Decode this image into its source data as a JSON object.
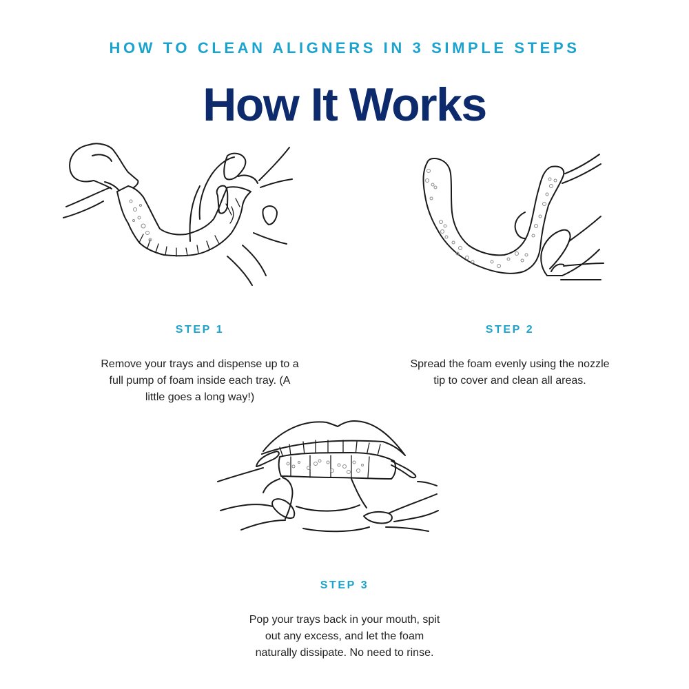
{
  "header": {
    "eyebrow": "HOW TO CLEAN ALIGNERS IN 3 SIMPLE STEPS",
    "title": "How It Works"
  },
  "colors": {
    "accent": "#1ba3cd",
    "title": "#0c2a6c",
    "body_text": "#222222",
    "background": "#ffffff",
    "line_art": "#1a1a1a"
  },
  "steps": [
    {
      "label": "STEP 1",
      "lines": [
        "Remove your trays and dispense up to a",
        "full pump of foam inside each tray. (A",
        "little goes a long way!)"
      ],
      "illustration": "hand-dispensing-foam-into-aligner-icon"
    },
    {
      "label": "STEP 2",
      "lines": [
        "Spread the foam evenly using the nozzle",
        "tip to cover and clean all areas."
      ],
      "illustration": "hand-holding-foamed-aligner-icon"
    },
    {
      "label": "STEP 3",
      "lines": [
        "Pop your trays back in your mouth, spit",
        "out any excess, and let the foam",
        "naturally dissipate. No need to rinse."
      ],
      "illustration": "fingers-inserting-aligner-into-mouth-icon"
    }
  ]
}
